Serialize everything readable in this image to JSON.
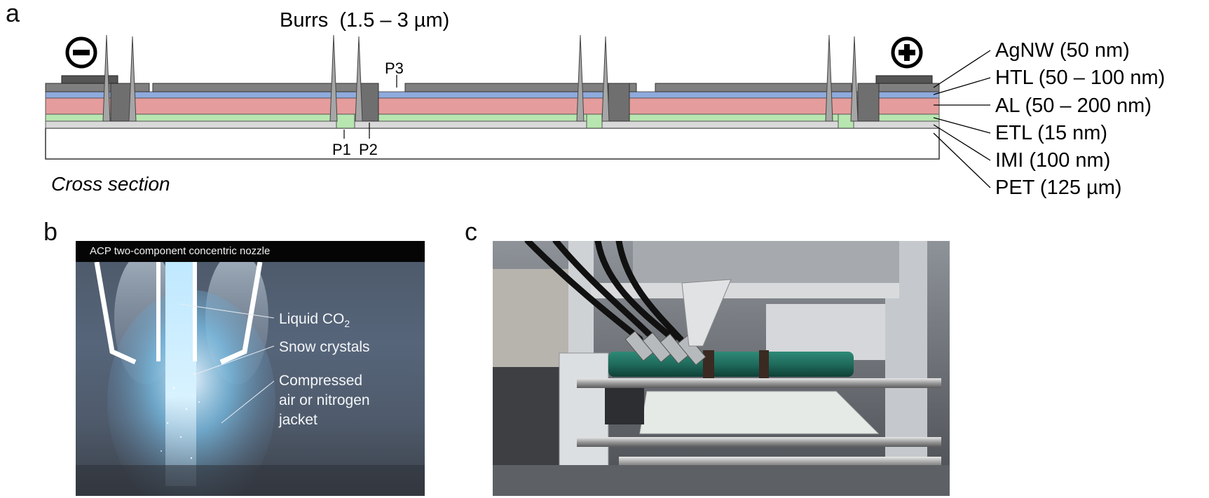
{
  "panel_a": {
    "letter": "a",
    "burrs_label": "Burrs  (1.5 – 3 µm)",
    "cross_section_label": "Cross section",
    "scribe_labels": {
      "p1": "P1",
      "p2": "P2",
      "p3": "P3"
    },
    "layers": [
      {
        "label": "AgNW (50 nm)",
        "color": "#7f7f7f"
      },
      {
        "label": "HTL (50 – 100 nm)",
        "color": "#8faadc"
      },
      {
        "label": "AL (50 – 200 nm)",
        "color": "#e59c9c"
      },
      {
        "label": "ETL (15 nm)",
        "color": "#b8e6b0"
      },
      {
        "label": "IMI (100 nm)",
        "color": "#d9d9d9"
      },
      {
        "label": "PET (125 µm)",
        "color": "#ffffff"
      }
    ],
    "minus_symbol": "−",
    "plus_symbol": "+"
  },
  "panel_b": {
    "letter": "b",
    "banner": "ACP two-component concentric nozzle",
    "label_liquid": "Liquid CO",
    "label_liquid_sub": "2",
    "label_snow": "Snow crystals",
    "label_compressed": [
      "Compressed",
      "air or nitrogen",
      "jacket"
    ]
  },
  "panel_c": {
    "letter": "c"
  }
}
